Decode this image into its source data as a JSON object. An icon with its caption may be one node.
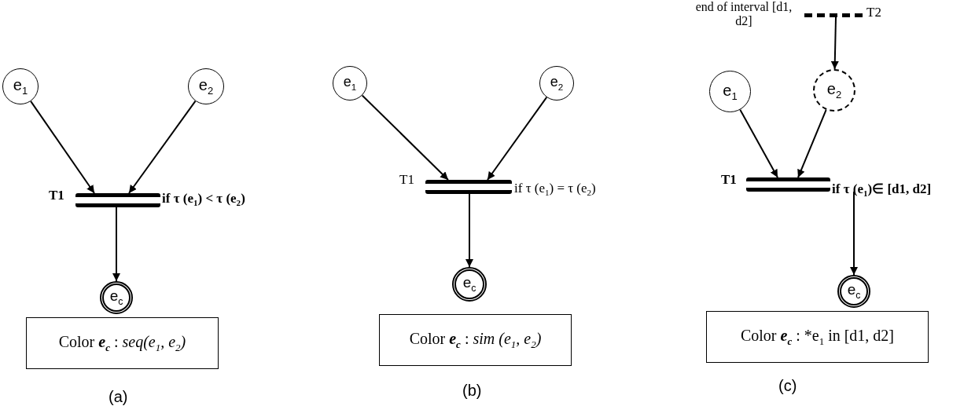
{
  "diagram": {
    "nodes": [
      {
        "text": [
          "e$_{1}$"
        ]
      },
      {
        "text": [
          "e$_{2}$"
        ]
      },
      {
        "text": [],
        "shape": "bar",
        "beside": [
          "T1",
          "if τ (e$_{1}$) < τ (e$_{2}$)"
        ]
      },
      {
        "text": [
          "e$_{c}$"
        ]
      },
      {
        "text": [
          "Color **e$_{c}$** : *seq(e$_{1}$, e$_{2}$)*"
        ]
      },
      {
        "text": [
          "e$_{1}$"
        ]
      },
      {
        "text": [
          "e$_{2}$"
        ]
      },
      {
        "text": [],
        "shape": "bar",
        "beside": [
          "T1",
          "if τ (e$_{1}$) = τ (e$_{2}$)"
        ]
      },
      {
        "text": [
          "e$_{c}$"
        ]
      },
      {
        "text": [
          "Color **e$_{c}$** : *sim (e$_{1}$, e$_{2}$)*"
        ]
      },
      {
        "text": [],
        "shape": "bar",
        "beside": [
          "end of interval [d1, d2]",
          "T2"
        ]
      },
      {
        "text": [
          "e$_{1}$"
        ]
      },
      {
        "text": [
          "e$_{2}$"
        ]
      },
      {
        "text": [],
        "shape": "bar",
        "beside": [
          "T1",
          "if τ (e$_{1}$)∈ [d1, d2]"
        ]
      },
      {
        "text": [
          "e$_{c}$"
        ]
      },
      {
        "text": [
          "Color **e$_{c}$** : *e$_{1}$ in [d1, d2]"
        ]
      }
    ],
    "edges": [
      {
        "from": 0,
        "to": 2,
        "arrow": "to"
      },
      {
        "from": 1,
        "to": 2,
        "arrow": "to"
      },
      {
        "from": 2,
        "to": 3,
        "arrow": "to"
      },
      {
        "from": 5,
        "to": 7,
        "arrow": "to"
      },
      {
        "from": 6,
        "to": 7,
        "arrow": "to"
      },
      {
        "from": 7,
        "to": 8,
        "arrow": "to"
      },
      {
        "from": 10,
        "to": 12,
        "arrow": "to"
      },
      {
        "from": 11,
        "to": 13,
        "arrow": "to"
      },
      {
        "from": 12,
        "to": 13,
        "arrow": "to"
      },
      {
        "from": 13,
        "to": 14,
        "arrow": "to"
      }
    ],
    "labels": [
      "(a)",
      "(b)",
      "(c)"
    ]
  }
}
